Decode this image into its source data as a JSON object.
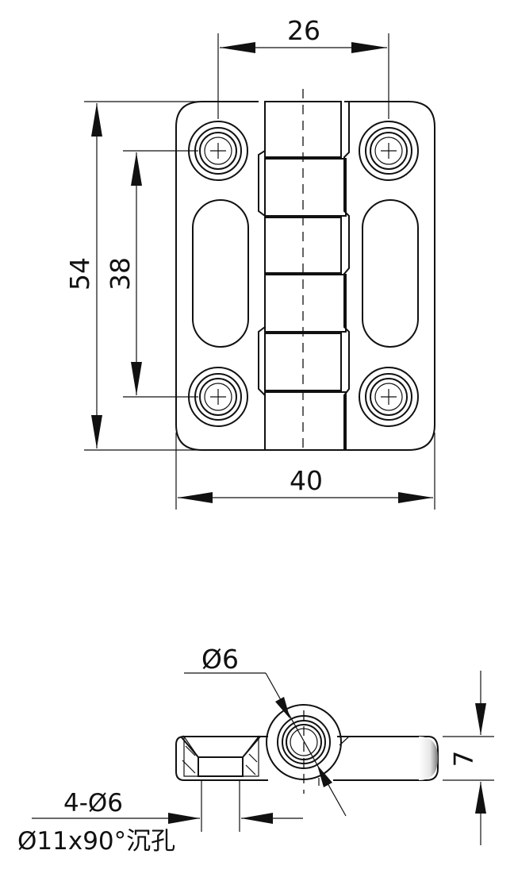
{
  "dimensions": {
    "hole_spacing_x": "26",
    "height": "54",
    "hole_spacing_y": "38",
    "width": "40",
    "pin_diameter": "Ø6",
    "thickness": "7",
    "hole_note_line1": "4-Ø6",
    "hole_note_line2": "Ø11x90°沉孔"
  },
  "colors": {
    "line": "#111111",
    "knuckle_light": "#ffffff",
    "knuckle_dark": "#6e6e6e"
  }
}
